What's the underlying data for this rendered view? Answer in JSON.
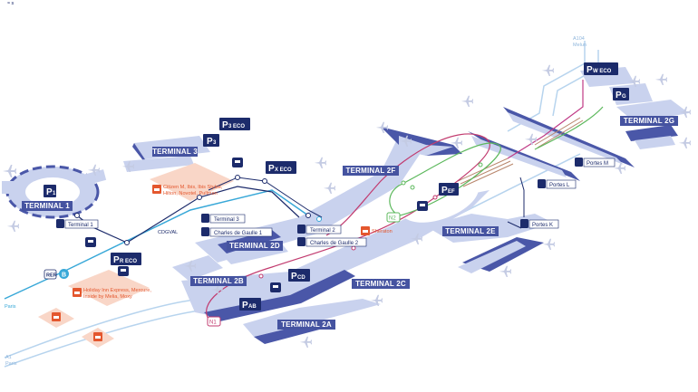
{
  "colors": {
    "building": "#c9d2ee",
    "building_dark": "#4a57a8",
    "navy": "#1c2b6b",
    "label_bg": "#4553a0",
    "hotel_orange": "#e4572e",
    "hotel_zone": "#f9d6c7",
    "cdgval_line": "#1c2b6b",
    "rer_line": "#38a8d8",
    "n1_line": "#c23b6f",
    "n2_line": "#5cb85c",
    "a104_line": "#b7d4ee",
    "wpg_line": "#c03a86"
  },
  "header": {
    "glyph": "≈ s"
  },
  "terminals": {
    "t1": "TERMINAL 1",
    "t3": "TERMINAL 3",
    "t2f": "TERMINAL 2F",
    "t2d": "TERMINAL 2D",
    "t2b": "TERMINAL 2B",
    "t2c": "TERMINAL 2C",
    "t2a": "TERMINAL 2A",
    "t2e": "TERMINAL 2E",
    "t2g": "TERMINAL 2G"
  },
  "parkings": {
    "p1": {
      "letter": "P",
      "sub": "1"
    },
    "p3": {
      "letter": "P",
      "sub": "3"
    },
    "p3eco": {
      "letter": "P",
      "sub": "3 ECO"
    },
    "pxeco": {
      "letter": "P",
      "sub": "X ECO"
    },
    "preco": {
      "letter": "P",
      "sub": "R ECO"
    },
    "pef": {
      "letter": "P",
      "sub": "EF"
    },
    "pcd": {
      "letter": "P",
      "sub": "CD"
    },
    "pab": {
      "letter": "P",
      "sub": "AB"
    },
    "pg": {
      "letter": "P",
      "sub": "G"
    },
    "pweco": {
      "letter": "P",
      "sub": "W ECO"
    }
  },
  "stations": {
    "terminal1": "Terminal 1",
    "terminal3": "Terminal 3",
    "cdg1": "Charles de Gaulle 1",
    "terminal2": "Terminal 2",
    "cdg2": "Charles de Gaulle 2",
    "portes_m": "Portes M",
    "portes_l": "Portes L",
    "portes_k": "Portes K"
  },
  "hotels": {
    "zone_t3_line1": "Citizen M, Ibis, Ibis Styles,",
    "zone_t3_line2": "Hilton, Novotel, Pullman",
    "zone_r_line1": "Holiday Inn Express, Mercure,",
    "zone_r_line2": "Inside by Melia, Moxy",
    "sheraton": "Sheraton"
  },
  "lines": {
    "cdgval": "CDGVAL",
    "rer": "RER",
    "rer_b": "B",
    "n1": "N1",
    "n2": "N2"
  },
  "roads": {
    "paris": "Paris",
    "a104_1": "A104",
    "a104_2": "Melun",
    "a1_1": "A1",
    "a1_2": "Paris"
  }
}
